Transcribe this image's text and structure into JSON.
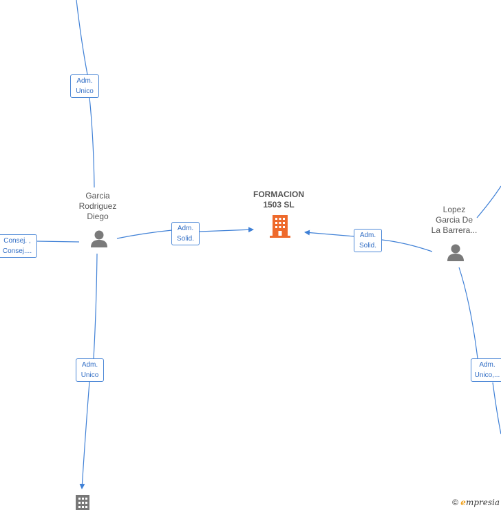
{
  "nodes": {
    "main_company": {
      "label": "FORMACION\n1503  SL",
      "icon": "building-icon",
      "color": "#ee6a2c"
    },
    "person_garcia": {
      "label": "Garcia\nRodriguez\nDiego",
      "icon": "person-icon"
    },
    "person_lopez": {
      "label": "Lopez\nGarcia De\nLa Barrera...",
      "icon": "person-icon"
    },
    "bottom_company": {
      "label": "",
      "icon": "building-icon",
      "color": "#777777"
    }
  },
  "edges": {
    "top_adm_unico": "Adm.\nUnico",
    "left_consej": "Consej. ,\nConsej....",
    "garcia_adm_solid": "Adm.\nSolid.",
    "lopez_adm_solid": "Adm.\nSolid.",
    "bottom_adm_unico": "Adm.\nUnico",
    "right_adm_unico": "Adm.\nUnico,..."
  },
  "colors": {
    "edge": "#3f80d6",
    "person": "#7a7a7a",
    "main_company": "#ee6a2c",
    "other_company": "#777777"
  },
  "watermark": {
    "copyright": "©",
    "brand_e": "e",
    "brand_rest": "mpresia"
  }
}
